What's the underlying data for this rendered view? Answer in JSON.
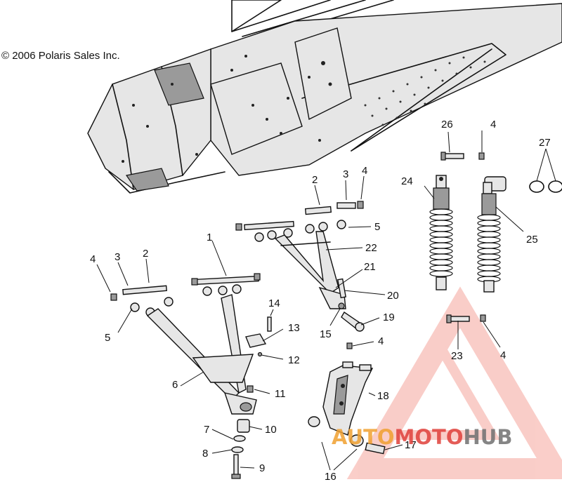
{
  "copyright": "© 2006 Polaris Sales Inc.",
  "watermark": {
    "part1": "AUTO",
    "part2": "MOTO",
    "part3": "HUB",
    "color_light": "#f5b7b0",
    "color_orange": "#f0a030",
    "color_red": "#e0403a",
    "color_gray": "#707070"
  },
  "callouts": {
    "c1": "1",
    "c2a": "2",
    "c2b": "2",
    "c3a": "3",
    "c3b": "3",
    "c4a": "4",
    "c4b": "4",
    "c4c": "4",
    "c4d": "4",
    "c4e": "4",
    "c5a": "5",
    "c5b": "5",
    "c6": "6",
    "c7": "7",
    "c8": "8",
    "c9": "9",
    "c10": "10",
    "c11": "11",
    "c12": "12",
    "c13": "13",
    "c14": "14",
    "c15": "15",
    "c16": "16",
    "c17": "17",
    "c18": "18",
    "c19": "19",
    "c20": "20",
    "c21": "21",
    "c22": "22",
    "c23": "23",
    "c24": "24",
    "c25": "25",
    "c26": "26",
    "c27": "27"
  }
}
